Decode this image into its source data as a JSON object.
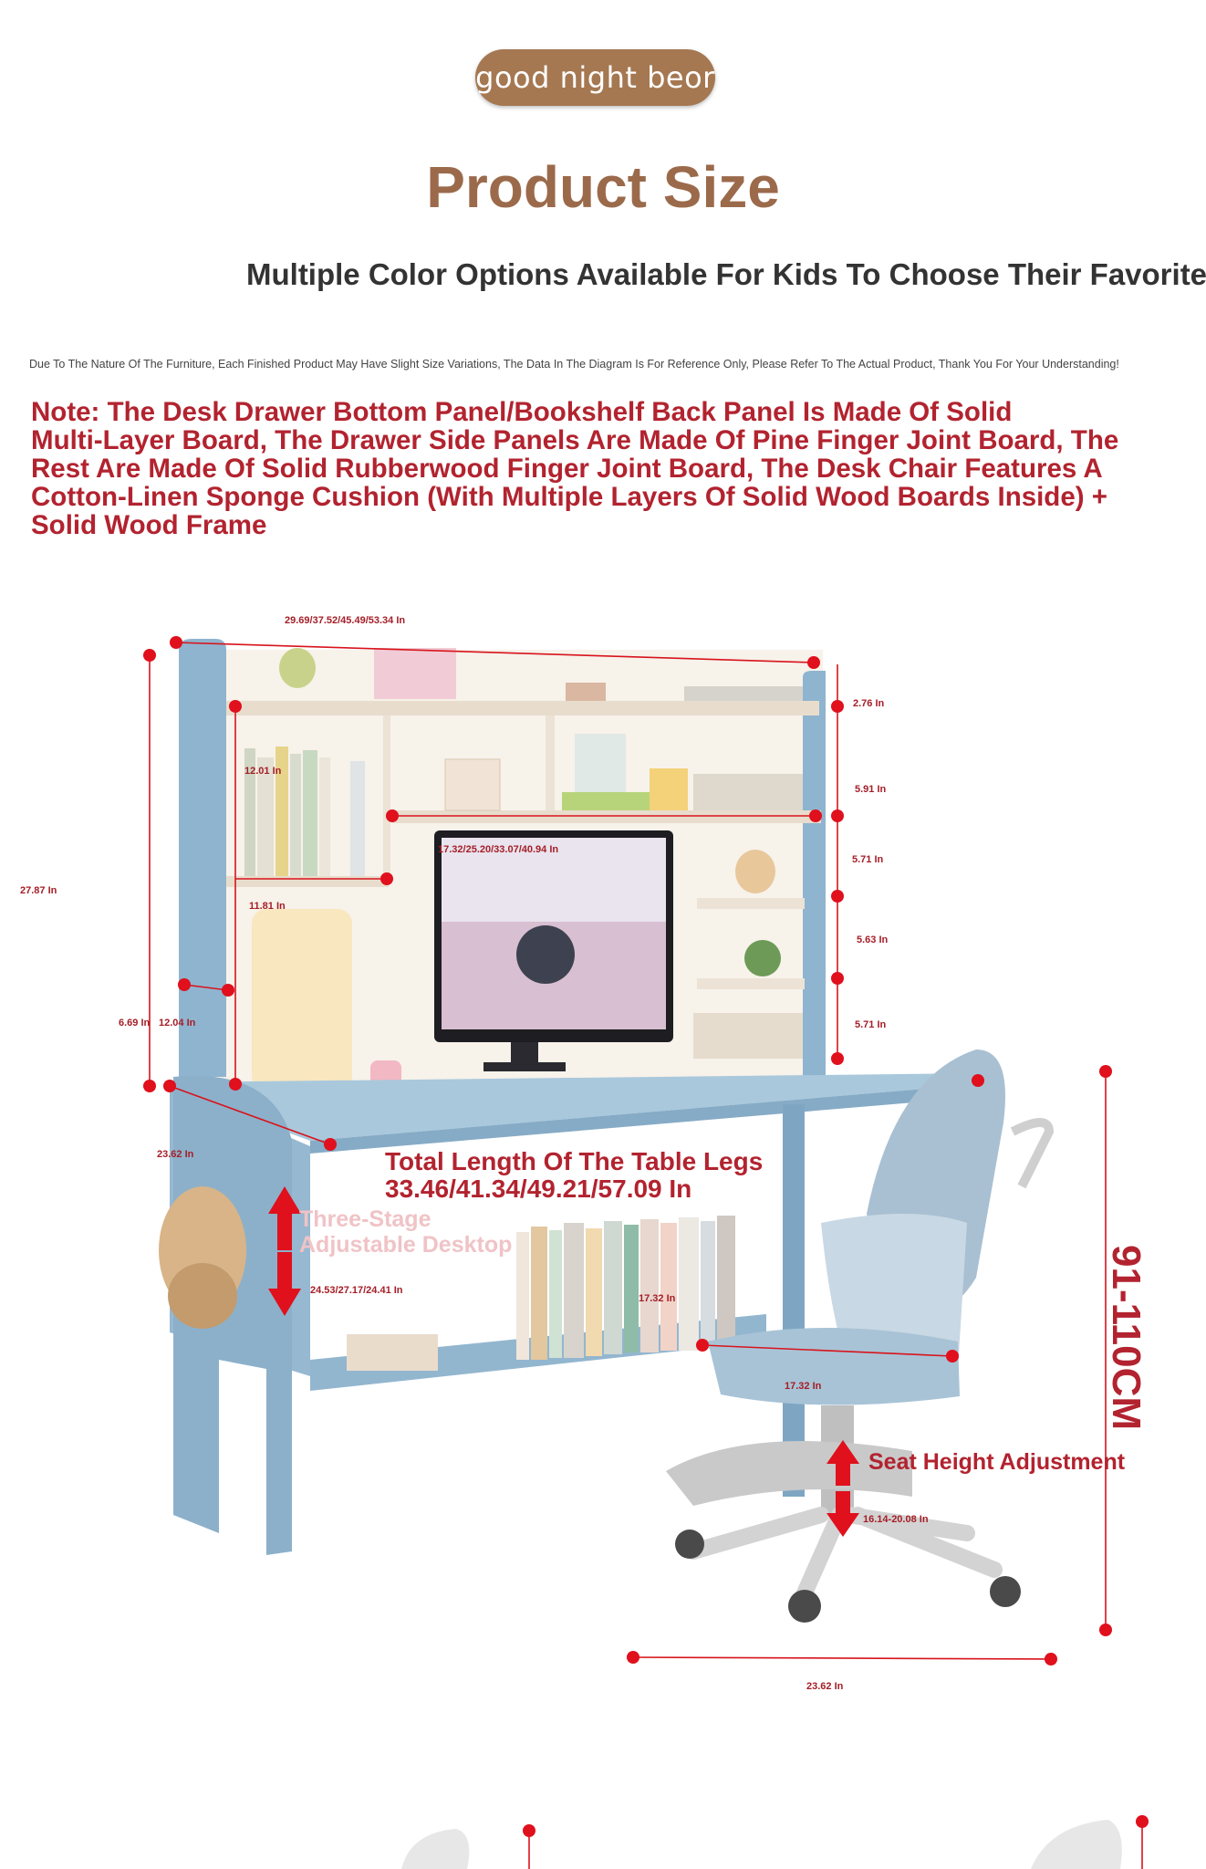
{
  "brand": {
    "logo_text": "good night beor"
  },
  "header": {
    "title": "Product Size",
    "subtitle": "Multiple Color Options Available For Kids To Choose Their Favorite ~"
  },
  "disclaimer": "Due To The Nature Of The Furniture, Each Finished Product May Have Slight Size Variations, The Data In The Diagram Is For Reference Only, Please Refer To The Actual Product, Thank You For Your Understanding!",
  "note_lines": [
    "Note: The Desk Drawer Bottom Panel/Bookshelf Back Panel Is Made Of Solid",
    "Multi-Layer Board, The Drawer Side Panels Are Made Of Pine Finger Joint Board, The",
    "Rest Are Made Of Solid Rubberwood Finger Joint Board, The Desk Chair Features A",
    "Cotton-Linen Sponge Cushion (With Multiple Layers Of Solid Wood Boards Inside) +",
    "Solid Wood Frame"
  ],
  "dimensions": {
    "top_width": "29.69/37.52/45.49/53.34 In",
    "right_top": "2.76 In",
    "right_shelf1": "5.91 In",
    "right_shelf2": "5.71 In",
    "right_shelf3": "5.63 In",
    "right_shelf4": "5.71 In",
    "left_shelf_height": "12.01 In",
    "middle_width": "17.32/25.20/33.07/40.94 In",
    "total_height": "27.87 In",
    "left_shelf_width": "11.81 In",
    "small_side_a": "6.69 In",
    "small_side_b": "12.04 In",
    "desk_depth": "23.62 In",
    "desk_height": "24.53/27.17/24.41 In",
    "chair_back": "17.32 In",
    "seat_width": "17.32 In",
    "seat_height": "16.14-20.08 In",
    "chair_base": "23.62 In",
    "chair_total": "91-110CM"
  },
  "callouts": {
    "legs_label": "Total Length Of The Table Legs",
    "legs_value": "33.46/41.34/49.21/57.09 In",
    "adjust_line1": "Three-Stage",
    "adjust_line2": "Adjustable Desktop",
    "seat_adjust": "Seat Height Adjustment"
  },
  "colors": {
    "brand_brown": "#9b6a4b",
    "note_red": "#b2232f",
    "desk_blue": "#8fb4cf",
    "shelf_cream": "#f4ede2",
    "dim_red": "#d8141c"
  }
}
